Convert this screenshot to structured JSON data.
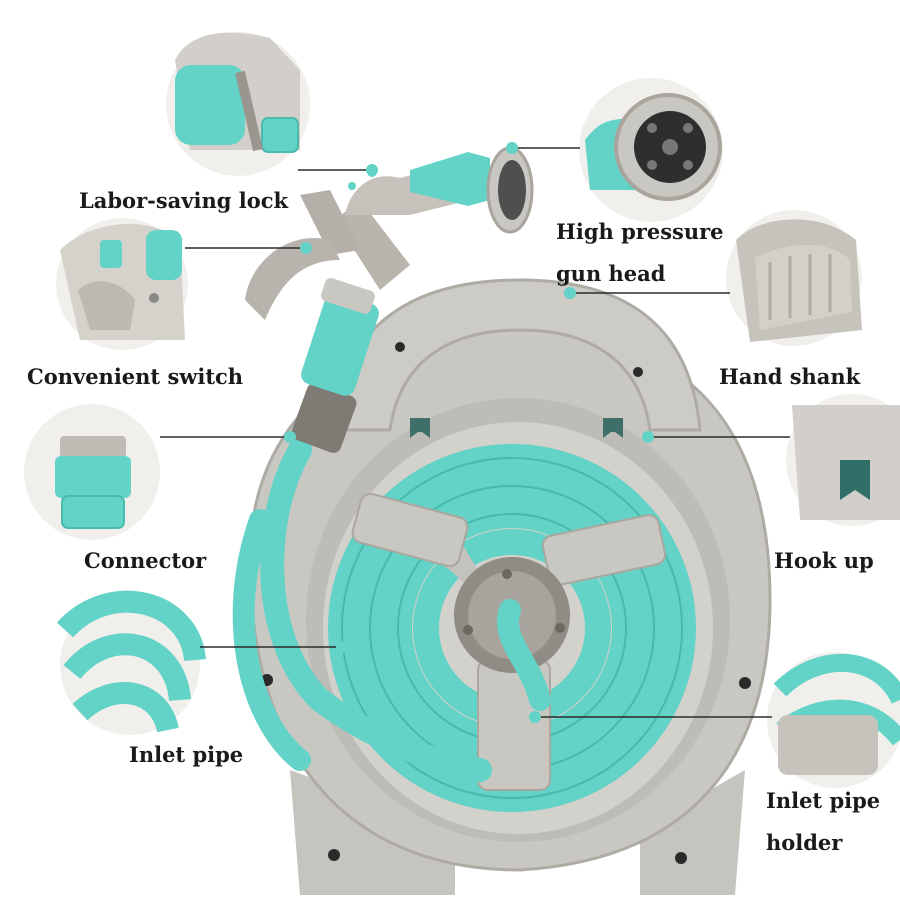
{
  "labels": {
    "labor_saving_lock": "Labor-saving lock",
    "high_pressure_line1": "High pressure",
    "high_pressure_line2": "gun head",
    "convenient_switch": "Convenient switch",
    "hand_shank": "Hand shank",
    "connector": "Connector",
    "hook_up": "Hook up",
    "inlet_pipe": "Inlet pipe",
    "inlet_pipe_holder_line1": "Inlet pipe",
    "inlet_pipe_holder_line2": "holder"
  },
  "colors": {
    "hose": "#62d3c6",
    "hose_dark": "#3fb3a6",
    "reel_body": "#c9c7c2",
    "reel_shadow": "#a9a6a0",
    "reel_highlight": "#dedcd7",
    "detail_circle": "#d8d6d1",
    "leader_line": "#2b2b2b",
    "text": "#1a1a1a"
  },
  "icons": {
    "product": "garden-hose-reel-illustration",
    "details": [
      "labor-saving-lock-closeup",
      "nozzle-head-closeup",
      "switch-closeup",
      "handle-closeup",
      "connector-closeup",
      "hook-closeup",
      "inlet-pipe-closeup",
      "holder-closeup"
    ]
  }
}
